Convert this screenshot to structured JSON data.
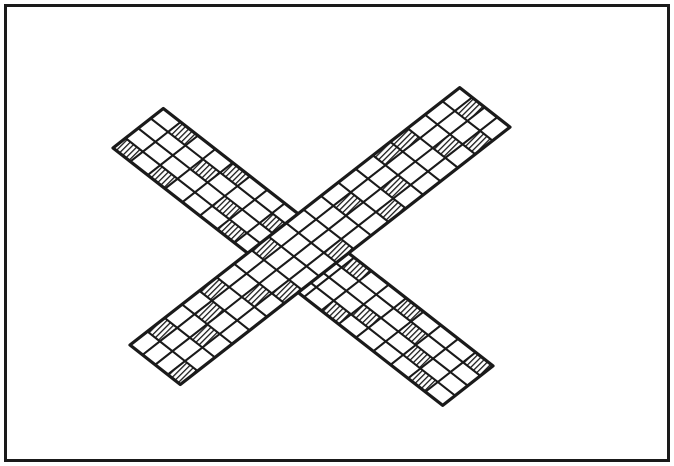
{
  "diagram": {
    "description_visible_text": "",
    "grid_arms": [
      {
        "id": "arm-a",
        "cols": 19,
        "rows": 4,
        "shaded": [
          [
            0,
            0
          ],
          [
            2,
            0
          ],
          [
            5,
            1
          ],
          [
            7,
            2
          ],
          [
            9,
            0
          ],
          [
            11,
            3
          ],
          [
            13,
            1
          ],
          [
            15,
            2
          ],
          [
            17,
            0
          ],
          [
            18,
            3
          ],
          [
            1,
            3
          ],
          [
            3,
            2
          ],
          [
            16,
            1
          ],
          [
            6,
            0
          ],
          [
            12,
            0
          ],
          [
            14,
            3
          ],
          [
            4,
            3
          ]
        ]
      },
      {
        "id": "arm-b",
        "cols": 19,
        "rows": 4,
        "shaded": [
          [
            0,
            3
          ],
          [
            1,
            0
          ],
          [
            3,
            1
          ],
          [
            5,
            2
          ],
          [
            7,
            0
          ],
          [
            9,
            3
          ],
          [
            11,
            1
          ],
          [
            13,
            2
          ],
          [
            15,
            0
          ],
          [
            17,
            3
          ],
          [
            18,
            1
          ],
          [
            2,
            2
          ],
          [
            16,
            2
          ],
          [
            6,
            3
          ],
          [
            12,
            3
          ],
          [
            14,
            0
          ],
          [
            4,
            0
          ]
        ]
      }
    ],
    "colors": {
      "ink": "#1a1a1a",
      "paper": "#ffffff",
      "frame": "#1a1a1a"
    }
  }
}
